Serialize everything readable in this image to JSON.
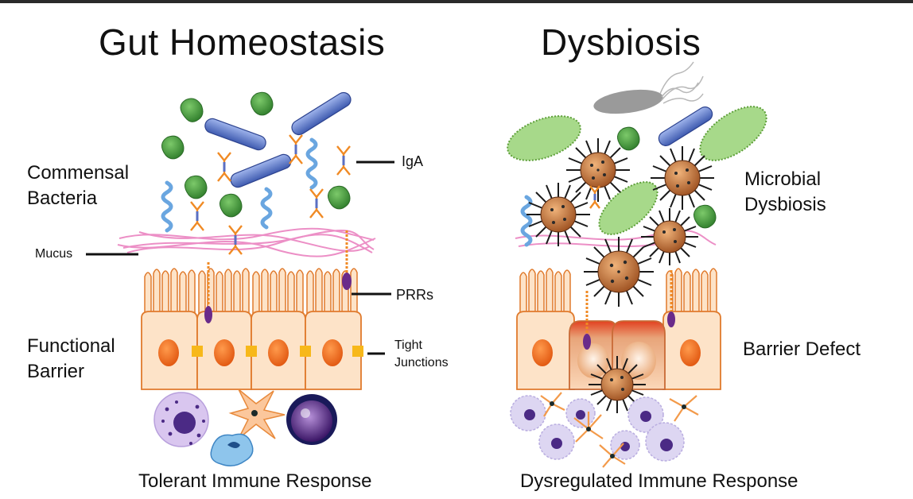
{
  "titles": {
    "left": "Gut Homeostasis",
    "right": "Dysbiosis"
  },
  "labels": {
    "commensal_line1": "Commensal",
    "commensal_line2": "Bacteria",
    "iga": "IgA",
    "mucus": "Mucus",
    "prrs": "PRRs",
    "functional_line1": "Functional",
    "functional_line2": "Barrier",
    "tight_line1": "Tight",
    "tight_line2": "Junctions",
    "microbial_line1": "Microbial",
    "microbial_line2": "Dysbiosis",
    "barrier_defect": "Barrier Defect"
  },
  "captions": {
    "left": "Tolerant Immune  Response",
    "right": "Dysregulated Immune  Response"
  },
  "colors": {
    "cell_fill": "#fde3c8",
    "cell_stroke": "#e07a2c",
    "nucleus": "#f26d1f",
    "tight_junction": "#f7b81a",
    "mucus": "#ec8fc6",
    "green_bacteria": "#3f9a3a",
    "rod_bacteria": "#5b78c6",
    "spiral_bacteria": "#6aa6e0",
    "iga_orange": "#f08a24",
    "iga_blue": "#5a6fc2",
    "prr_purple": "#6a2b8a",
    "pathobiont": "#b8652c",
    "fuzzy_bacteria": "#8fc56a"
  }
}
